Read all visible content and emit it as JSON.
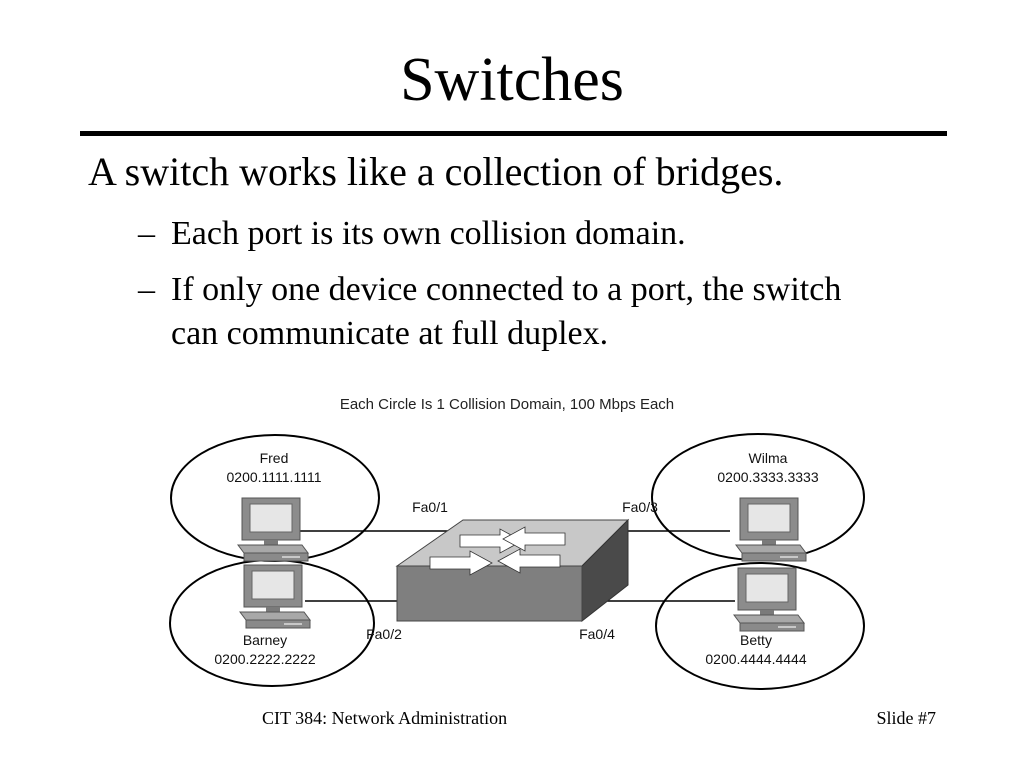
{
  "slide": {
    "title": "Switches",
    "main_bullet": "A switch works like a collection of bridges.",
    "sub_bullets": [
      "Each port is its own collision domain.",
      "If only one device connected to a port, the switch can communicate at full duplex."
    ],
    "dash": "–"
  },
  "diagram": {
    "caption": "Each Circle Is 1 Collision Domain, 100 Mbps Each",
    "hosts": {
      "fred": {
        "name": "Fred",
        "mac": "0200.1111.1111",
        "port": "Fa0/1"
      },
      "wilma": {
        "name": "Wilma",
        "mac": "0200.3333.3333",
        "port": "Fa0/3"
      },
      "barney": {
        "name": "Barney",
        "mac": "0200.2222.2222",
        "port": "Fa0/2"
      },
      "betty": {
        "name": "Betty",
        "mac": "0200.4444.4444",
        "port": "Fa0/4"
      }
    },
    "icons": [
      "computer-icon",
      "switch-icon"
    ]
  },
  "footer": {
    "course": "CIT 384: Network Administration",
    "slide_number": "Slide #7"
  }
}
